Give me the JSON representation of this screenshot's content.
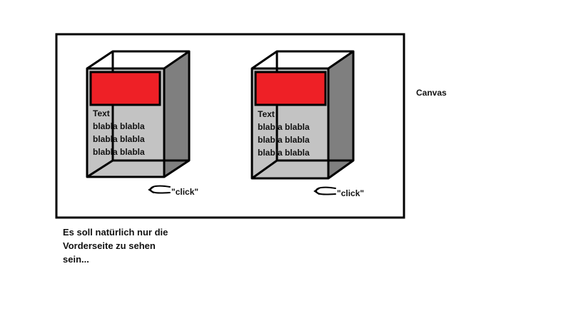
{
  "canvas": {
    "label": "Canvas",
    "border_color": "#000000"
  },
  "cards": [
    {
      "text_lines": [
        "Text",
        "blabla blabla",
        "blabla blabla",
        "blabla blabla"
      ],
      "click_label": "\"click\"",
      "header_color": "#ee2026",
      "front_color": "#c3c3c3",
      "side_color": "#7f7f7f",
      "arrow_icon": "curved-arrow-left-icon"
    },
    {
      "text_lines": [
        "Text",
        "blabla blabla",
        "blabla blabla",
        "blabla blabla"
      ],
      "click_label": "\"click\"",
      "header_color": "#ee2026",
      "front_color": "#c3c3c3",
      "side_color": "#7f7f7f",
      "arrow_icon": "curved-arrow-left-icon"
    }
  ],
  "note": {
    "lines": [
      "Es soll natürlich nur die",
      "Vorderseite zu sehen",
      "sein..."
    ]
  }
}
